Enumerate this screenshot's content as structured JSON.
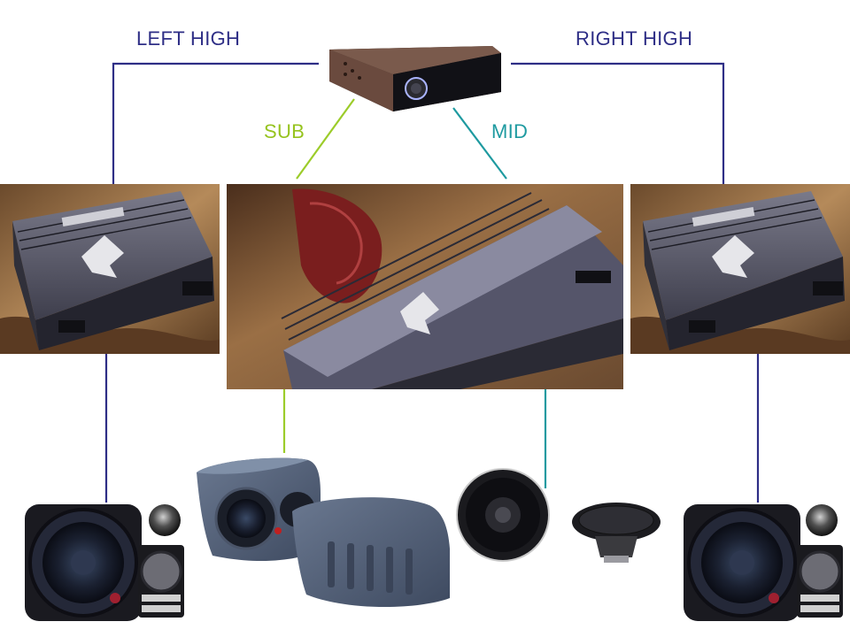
{
  "labels": {
    "left_high": "LEFT HIGH",
    "right_high": "RIGHT HIGH",
    "sub": "SUB",
    "mid": "MID"
  },
  "colors": {
    "high_line": "#2e2e86",
    "sub_line": "#9ccc2a",
    "mid_line": "#1e9aa0",
    "high_text": "#2e2e86",
    "sub_text": "#96c31e",
    "mid_text": "#1e9aa0"
  },
  "icons": {
    "head_unit": "car-stereo-head-unit",
    "amplifier": "car-amplifier",
    "component_speaker": "component-speaker-set",
    "subwoofer": "subwoofer-enclosure",
    "coaxial_speaker": "coaxial-speaker"
  }
}
